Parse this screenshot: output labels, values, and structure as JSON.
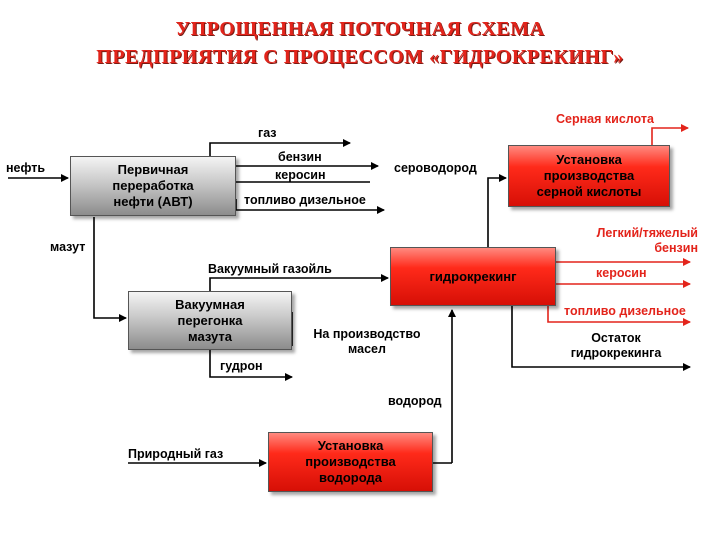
{
  "title": {
    "line1": "УПРОЩЕННАЯ ПОТОЧНАЯ СХЕМА",
    "line2": "ПРЕДПРИЯТИЯ С ПРОЦЕССОМ «ГИДРОКРЕКИНГ»"
  },
  "nodes": {
    "avt": "Первичная переработка нефти (АВТ)",
    "vacuum": "Вакуумная перегонка мазута",
    "sulfuric": "Установка производства серной кислоты",
    "hydrocracking": "гидрокрекинг",
    "hydrogen_plant": "Установка производства водорода"
  },
  "labels": {
    "oil": "нефть",
    "gas": "газ",
    "gasoline": "бензин",
    "kerosene": "керосин",
    "diesel": "топливо дизельное",
    "mazut": "мазут",
    "h2s": "сероводород",
    "sulfuric_acid": "Серная кислота",
    "vacuum_gasoil": "Вакуумный газойль",
    "light_heavy_gasoline": "Легкий/тяжелый бензин",
    "kerosene_hc": "керосин",
    "diesel_hc": "топливо дизельное",
    "residue": "Остаток гидрокрекинга",
    "oils": "На производство масел",
    "tar": "гудрон",
    "hydrogen": "водород",
    "natural_gas": "Природный газ"
  },
  "colors": {
    "accent_red": "#e3241b",
    "box_red": "#ff2a1a",
    "box_grey": "#a8a8a8"
  }
}
